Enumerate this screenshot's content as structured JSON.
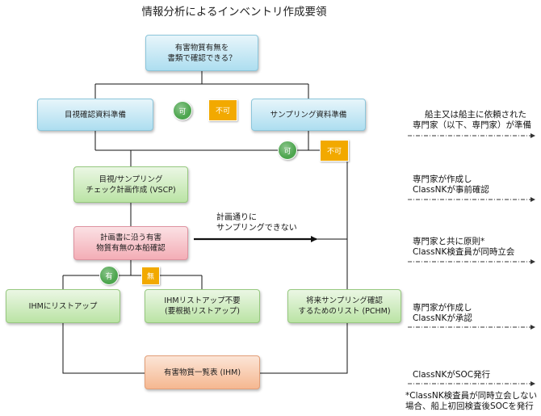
{
  "title": "情報分析によるインベントリ作成要領",
  "nodes": {
    "doc_check": {
      "line1": "有害物質有無を",
      "line2": "書類で確認できる？"
    },
    "visual_prep": {
      "line1": "目視確認資料準備"
    },
    "sampling_prep": {
      "line1": "サンプリング資料準備"
    },
    "vscp": {
      "line1": "目視/サンプリング",
      "line2": "チェック計画作成 (VSCP)"
    },
    "onboard_check": {
      "line1": "計画書に沿う有害",
      "line2": "物質有無の本船確認"
    },
    "ihm_list": {
      "line1": "IHMにリストアップ"
    },
    "not_required": {
      "line1": "IHMリストアップ不要",
      "line2": "(要根拠リストアップ)"
    },
    "pchm": {
      "line1": "将来サンプリング確認",
      "line2": "するためのリスト (PCHM)"
    },
    "ihm": {
      "line1": "有害物質一覧表 (IHM)"
    }
  },
  "badges": {
    "yes_1": "可",
    "no_1": "不可",
    "yes_2": "可",
    "no_2": "不可",
    "present": "有",
    "absent": "無"
  },
  "arrow_label": {
    "line1": "計画通りに",
    "line2": "サンプリングできない"
  },
  "notes": [
    {
      "line1": "船主又は船主に依頼された",
      "line2": "専門家（以下、専門家）が準備"
    },
    {
      "line1": "専門家が作成し",
      "line2": "ClassNKが事前確認"
    },
    {
      "line1": "専門家と共に原則*",
      "line2": "ClassNK検査員が同時立会"
    },
    {
      "line1": "専門家が作成し",
      "line2": "ClassNKが承認"
    },
    {
      "line1": "ClassNKがSOC発行"
    }
  ],
  "footnote": {
    "line1": "*ClassNK検査員が同時立会しない",
    "line2": "場合、船上初回検査後SOCを発行"
  },
  "colors": {
    "process_blue": "#a9dcef",
    "process_green": "#b7e2a0",
    "process_pink": "#f3a9b2",
    "output_orange": "#f5b48b",
    "yes_badge": "#4ea64f",
    "no_badge": "#f2a900"
  }
}
